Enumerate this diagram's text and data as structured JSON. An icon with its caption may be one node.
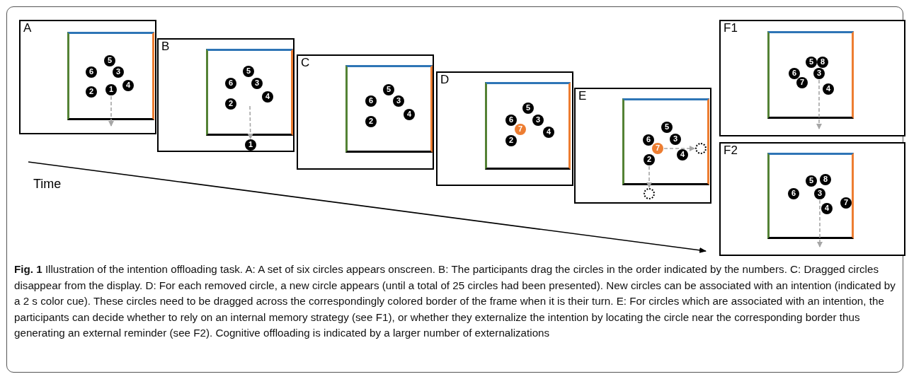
{
  "diagram": {
    "caption": "**Fig. 1** Illustration of the intention offloading task. A: A set of six circles appears onscreen. B: The participants drag the circles in the order indicated by the numbers. C: Dragged circles disappear from the display. D: For each removed circle, a new circle appears (until a total of 25 circles had been presented). New circles can be associated with an intention (indicated by a 2 s color cue). These circles need to be dragged across the correspondingly colored border of the frame when it is their turn. E: For circles which are associated with an intention, the participants can decide whether to rely on an internal memory strategy (see F1), or whether they externalize the intention by locating the circle near the corresponding border thus generating an external reminder (see F2). Cognitive offloading is indicated by a larger number of externalizations",
    "nodes": [
      {
        "text": [
          "A"
        ]
      },
      {
        "text": [],
        "shape": "box",
        "in": 0
      },
      {
        "text": [
          "5"
        ],
        "in": 1
      },
      {
        "text": [
          "6"
        ],
        "in": 1
      },
      {
        "text": [
          "3"
        ],
        "in": 1
      },
      {
        "text": [
          "2"
        ],
        "in": 1
      },
      {
        "text": [
          "1"
        ],
        "in": 1
      },
      {
        "text": [
          "4"
        ],
        "in": 1
      },
      {
        "text": [
          "B"
        ]
      },
      {
        "text": [],
        "shape": "box",
        "in": 8
      },
      {
        "text": [
          "5"
        ],
        "in": 9
      },
      {
        "text": [
          "6"
        ],
        "in": 9
      },
      {
        "text": [
          "3"
        ],
        "in": 9
      },
      {
        "text": [
          "4"
        ],
        "in": 9
      },
      {
        "text": [
          "2"
        ],
        "in": 9
      },
      {
        "text": [
          "1"
        ],
        "in": 8
      },
      {
        "text": [
          "C"
        ]
      },
      {
        "text": [],
        "shape": "box",
        "in": 16
      },
      {
        "text": [
          "5"
        ],
        "in": 17
      },
      {
        "text": [
          "6"
        ],
        "in": 17
      },
      {
        "text": [
          "3"
        ],
        "in": 17
      },
      {
        "text": [
          "4"
        ],
        "in": 17
      },
      {
        "text": [
          "2"
        ],
        "in": 17
      },
      {
        "text": [
          "D"
        ]
      },
      {
        "text": [],
        "shape": "box",
        "in": 23
      },
      {
        "text": [
          "5"
        ],
        "in": 24
      },
      {
        "text": [
          "6"
        ],
        "in": 24
      },
      {
        "text": [
          "7"
        ],
        "in": 24
      },
      {
        "text": [
          "3"
        ],
        "in": 24
      },
      {
        "text": [
          "4"
        ],
        "in": 24
      },
      {
        "text": [
          "2"
        ],
        "in": 24
      },
      {
        "text": [
          "E"
        ]
      },
      {
        "text": [],
        "shape": "box",
        "in": 31
      },
      {
        "text": [
          "5"
        ],
        "in": 32
      },
      {
        "text": [
          "6"
        ],
        "in": 32
      },
      {
        "text": [
          "3"
        ],
        "in": 32
      },
      {
        "text": [
          "7"
        ],
        "in": 32
      },
      {
        "text": [
          "4"
        ],
        "in": 32
      },
      {
        "text": [
          "2"
        ],
        "in": 32
      },
      {
        "text": [],
        "shape": "circle",
        "in": 32
      },
      {
        "text": [],
        "shape": "circle",
        "in": 31
      },
      {
        "text": [
          "F1"
        ]
      },
      {
        "text": [],
        "shape": "box",
        "in": 41
      },
      {
        "text": [
          "5"
        ],
        "in": 42
      },
      {
        "text": [
          "8"
        ],
        "in": 42
      },
      {
        "text": [
          "6"
        ],
        "in": 42
      },
      {
        "text": [
          "3"
        ],
        "in": 42
      },
      {
        "text": [
          "7"
        ],
        "in": 42
      },
      {
        "text": [
          "4"
        ],
        "in": 42
      },
      {
        "text": [
          "F2"
        ]
      },
      {
        "text": [],
        "shape": "box",
        "in": 49
      },
      {
        "text": [
          "5"
        ],
        "in": 50
      },
      {
        "text": [
          "8"
        ],
        "in": 50
      },
      {
        "text": [
          "6"
        ],
        "in": 50
      },
      {
        "text": [
          "3"
        ],
        "in": 50
      },
      {
        "text": [
          "4"
        ],
        "in": 50
      },
      {
        "text": [
          "7"
        ],
        "in": 50
      }
    ],
    "edges": [
      {
        "from": 6,
        "to": null,
        "arrow": "to",
        "style": "dashed"
      },
      {
        "from": null,
        "to": 15,
        "arrow": "to",
        "style": "dashed"
      },
      {
        "from": 36,
        "to": 39,
        "arrow": "to",
        "style": "dashed"
      },
      {
        "from": 38,
        "to": 40,
        "arrow": "to",
        "style": "dashed"
      },
      {
        "from": 46,
        "to": null,
        "arrow": "to",
        "style": "dashed"
      },
      {
        "from": 54,
        "to": null,
        "arrow": "to",
        "style": "dashed"
      }
    ],
    "labels": [
      "Time"
    ]
  }
}
